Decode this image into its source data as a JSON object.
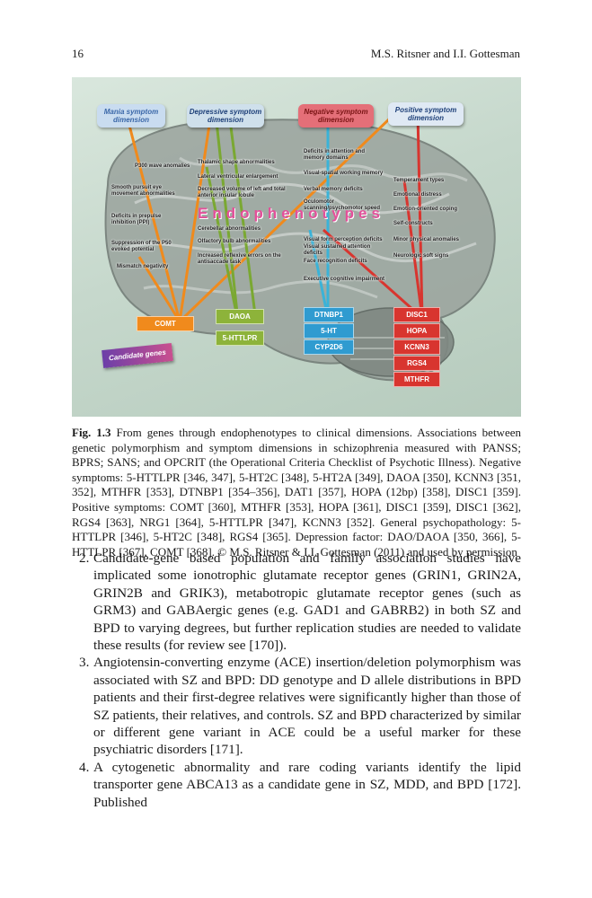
{
  "header": {
    "page_number": "16",
    "authors": "M.S. Ritsner and I.I. Gottesman"
  },
  "figure": {
    "dimensions": [
      {
        "label": "Mania symptom dimension",
        "color": "#c9dcf0",
        "text_color": "#3a67a8"
      },
      {
        "label": "Depressive symptom dimension",
        "color": "#cfe0ec",
        "text_color": "#1d3f78"
      },
      {
        "label": "Negative symptom dimension",
        "color": "#e46f78",
        "text_color": "#7a1414"
      },
      {
        "label": "Positive symptom dimension",
        "color": "#dfe9f4",
        "text_color": "#1d3f78"
      }
    ],
    "endophenotypes_title": "Endophenotypes",
    "endophenotypes_left": [
      "P300 wave anomalies",
      "Smooth pursuit eye movement abnormalities",
      "Deficits in prepulse inhibition (PPI)",
      "Suppression of the P50 evoked potential",
      "Mismatch negativity"
    ],
    "endophenotypes_center": [
      "Thalamic shape abnormalities",
      "Lateral ventricular enlargement",
      "Decreased volume of left and total anterior insular lobule",
      "Cerebellar abnormalities",
      "Olfactory bulb abnormalities",
      "Increased reflexive errors on the antisaccade task"
    ],
    "endophenotypes_middle": [
      "Deficits in attention and memory domains",
      "Visual-spatial working memory",
      "Verbal memory deficits",
      "Oculomotor scanning/psychomotor speed",
      "Visual form perception deficits",
      "Visual sustained attention deficits",
      "Face recognition deficits",
      "Executive cognitive impairment"
    ],
    "endophenotypes_right": [
      "Temperament types",
      "Emotional distress",
      "Emotion-oriented coping",
      "Self-constructs",
      "Minor physical anomalies",
      "Neurologic soft signs"
    ],
    "genes": {
      "comt": "COMT",
      "daoa": "DAOA",
      "httlpr": "5-HTTLPR",
      "dtnbp1": "DTNBP1",
      "ht": "5-HT",
      "cyp2d6": "CYP2D6",
      "disc1": "DISC1",
      "hopa": "HOPA",
      "kcnn3": "KCNN3",
      "rgs4": "RGS4",
      "mthfr": "MTHFR"
    },
    "candidate_genes_label": "Candidate genes",
    "colors": {
      "comt": "#f08a1c",
      "daoa": "#8db33a",
      "blue_genes": "#2f9bd0",
      "red_genes": "#d8352f",
      "arrow_orange": "#f08a1c",
      "arrow_green": "#7aa832",
      "arrow_blue": "#3ab3d8",
      "arrow_red": "#d8352f"
    }
  },
  "caption": {
    "label": "Fig. 1.3",
    "text": " From genes through endophenotypes to clinical dimensions. Associations between genetic polymorphism and symptom dimensions in schizophrenia measured with PANSS; BPRS; SANS; and OPCRIT (the Operational Criteria Checklist of Psychotic Illness). Negative symptoms: 5-HTTLPR [346, 347], 5-HT2C [348], 5-HT2A [349], DAOA [350], KCNN3 [351, 352], MTHFR [353], DTNBP1 [354–356], DAT1 [357], HOPA (12bp) [358], DISC1 [359]. Positive symptoms: COMT [360], MTHFR [353], HOPA [361], DISC1 [359], DISC1 [362], RGS4 [363], NRG1 [364], 5-HTTLPR [347], KCNN3 [352]. General psychopathology: 5-HTTLPR [346], 5-HT2C [348], RGS4 [365]. Depression factor: DAO/DAOA [350, 366], 5-HTTLPR [367], COMT [368]. © M.S. Ritsner & I.I. Gottesman (2011) and used by permission"
  },
  "list_items": [
    {
      "number": "2.",
      "text": "Candidate-gene based population and family association studies have implicated some ionotrophic glutamate receptor genes (GRIN1, GRIN2A, GRIN2B and GRIK3), metabotropic glutamate receptor genes (such as GRM3) and GABAergic genes (e.g. GAD1 and GABRB2) in both SZ and BPD to varying degrees, but further replication studies are needed to validate these results (for review see [170])."
    },
    {
      "number": "3.",
      "text": "Angiotensin-converting enzyme (ACE) insertion/deletion polymorphism was associated with SZ and BPD: DD genotype and D allele distributions in BPD patients and their first-degree relatives were significantly higher than those of SZ patients, their relatives, and controls. SZ and BPD characterized by similar or different gene variant in ACE could be a useful marker for these psychiatric disorders [171]."
    },
    {
      "number": "4.",
      "text": "A cytogenetic abnormality and rare coding variants identify the lipid transporter gene ABCA13 as a candidate gene in SZ, MDD, and BPD [172]. Published"
    }
  ]
}
